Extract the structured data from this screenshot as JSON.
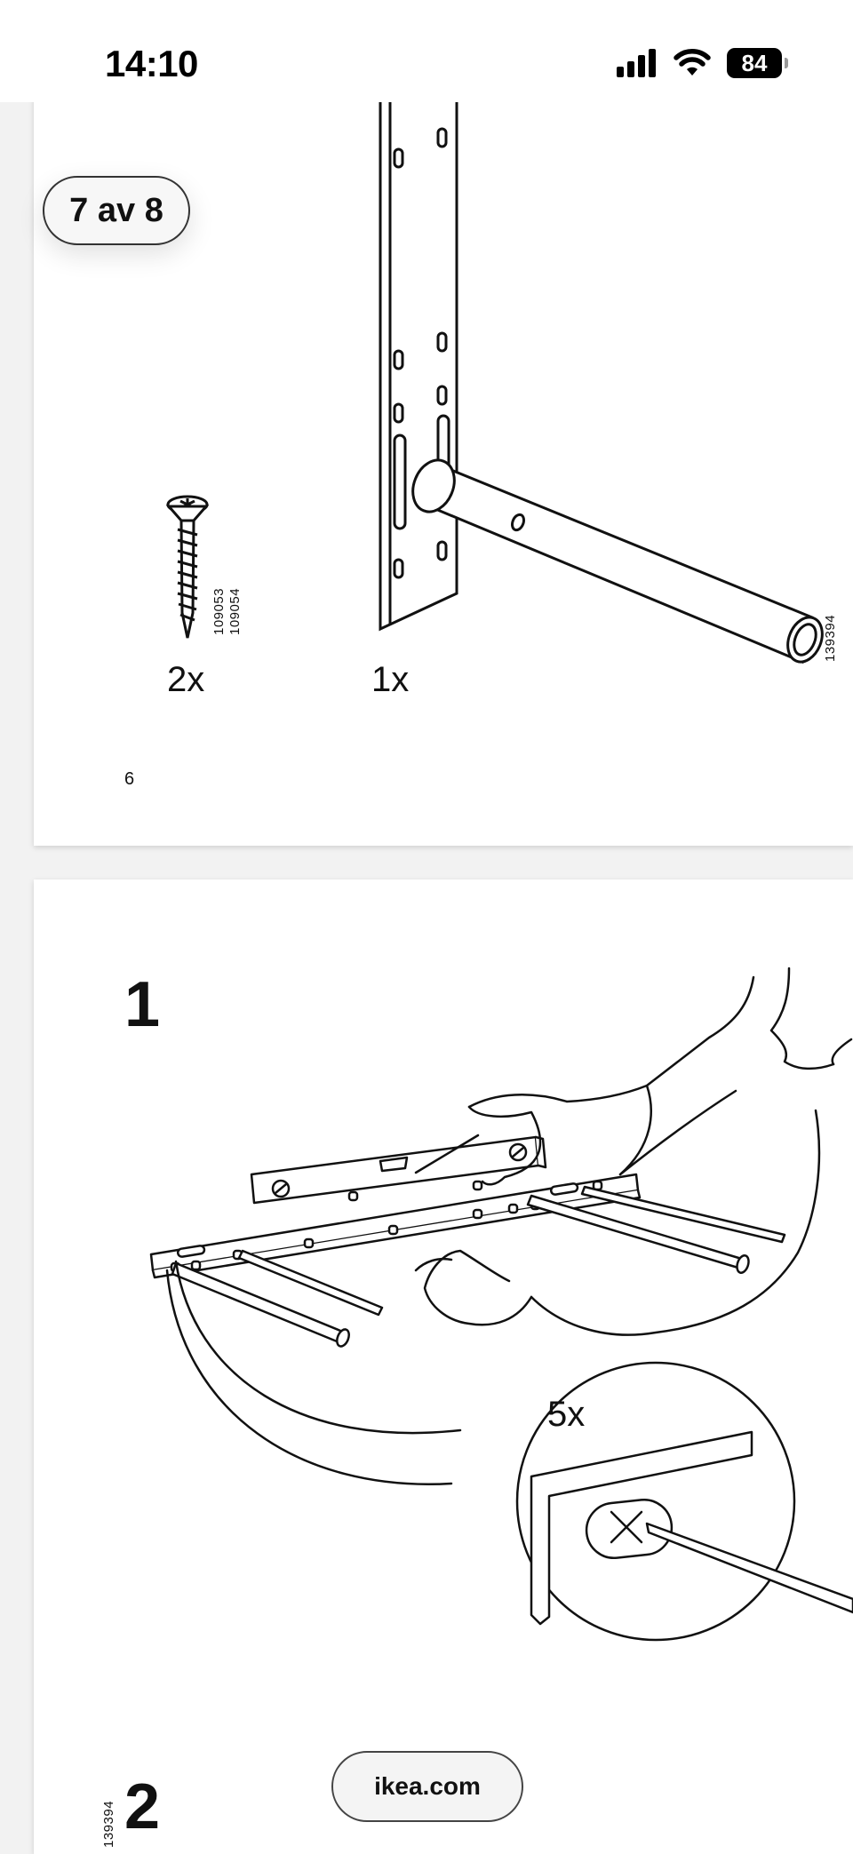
{
  "status_bar": {
    "time": "14:10",
    "battery": "84",
    "icons": [
      "cellular-signal-icon",
      "wifi-icon",
      "battery-icon"
    ]
  },
  "viewer": {
    "page_indicator": "7 av 8",
    "footer_link": "ikea.com"
  },
  "instruction_page_1": {
    "screw_quantity": "2x",
    "screw_article_numbers": [
      "109053",
      "109054"
    ],
    "bracket_quantity": "1x",
    "bracket_article_number": "139394",
    "page_number": "6"
  },
  "instruction_page_2": {
    "step_1": "1",
    "rail_article_number": "139394",
    "detail_quantity": "5x",
    "step_2": "2"
  }
}
